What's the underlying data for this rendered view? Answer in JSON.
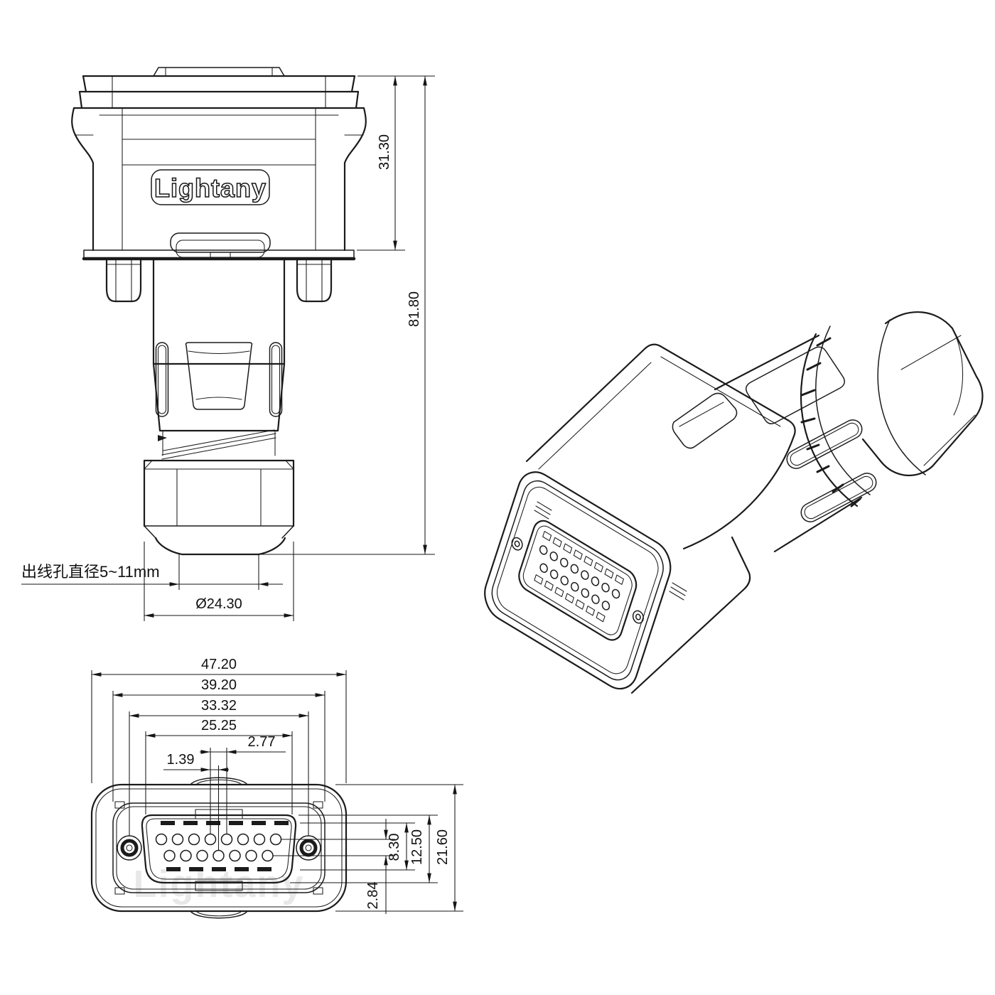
{
  "brand": {
    "logo": "Lightany",
    "watermark": "Lightany"
  },
  "colors": {
    "line": "#1b1b1b",
    "dimension": "#151515",
    "watermark": "#e8e8e8",
    "background": "#ffffff"
  },
  "front": {
    "dim_upper_height": "31.30",
    "dim_total_height": "81.80",
    "dim_gland_diameter": "Ø24.30",
    "note_cable_hole": "出线孔直径5~11mm"
  },
  "face": {
    "dim_outer_width": "47.20",
    "dim_flange_width": "39.20",
    "dim_screw_spacing": "33.32",
    "dim_shroud_width": "25.25",
    "dim_pin_pitch": "2.77",
    "dim_half_pitch": "1.39",
    "dim_pocket_height": "8.30",
    "dim_shroud_height": "12.50",
    "dim_outer_height": "21.60",
    "dim_row_spacing": "2.84",
    "pins_top_row": 8,
    "pins_bottom_row": 7,
    "pins_total": 15
  }
}
